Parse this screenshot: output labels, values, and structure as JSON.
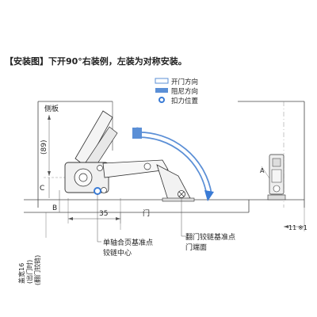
{
  "title": "【安装图】下开90°右装例，左装为对称安装。",
  "legend": {
    "open_direction": "开门方向",
    "damping_direction": "阻尼方向",
    "force_position": "扣力位置",
    "colors": {
      "open": "#ffffff",
      "damping": "#5b8fd6",
      "force": "#3a7bd5"
    }
  },
  "labels": {
    "side_panel": "侧板",
    "dim_89": "(89)",
    "dim_c": "C",
    "dim_b": "B",
    "dim_35": "35",
    "door": "门",
    "cover": "盖宽16",
    "cover_sub": "(出门时)",
    "cover_sub2": "(翻门铰链)",
    "single_axis_ref": "单轴合页基准点",
    "hinge_center": "铰链中心",
    "flap_ref": "翻门铰链基准点",
    "door_end": "门端面",
    "dim_a": "A",
    "dim_11": "11",
    "note_mark": "※1"
  }
}
